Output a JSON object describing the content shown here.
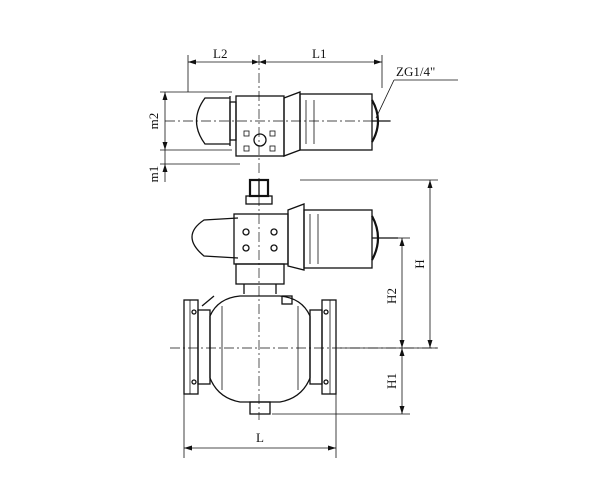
{
  "labels": {
    "l2": "L2",
    "l1": "L1",
    "port": "ZG1/4\"",
    "m2": "m2",
    "m1": "m1",
    "h": "H",
    "h2": "H2",
    "h1": "H1",
    "l": "L"
  }
}
